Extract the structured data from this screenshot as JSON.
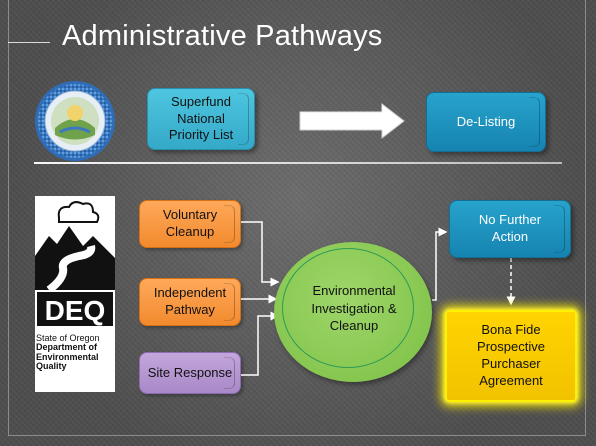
{
  "slide": {
    "title": "Administrative Pathways"
  },
  "top_row": {
    "superfund": "Superfund National Priority List",
    "delisting": "De-Listing"
  },
  "left_column": {
    "voluntary": "Voluntary Cleanup",
    "independent": "Independent Pathway",
    "site_response": "Site Response"
  },
  "center": {
    "circle": "Environmental Investigation & Cleanup"
  },
  "right_column": {
    "no_further_action": "No Further Action",
    "bona_fide": "Bona Fide Prospective Purchaser Agreement"
  },
  "deq_logo": {
    "letters": "DEQ",
    "state": "State of Oregon",
    "department": "Department of",
    "agency": "Environmental Quality"
  },
  "colors": {
    "teal": "#4fc6e0",
    "orange": "#f28a2e",
    "purple": "#a988c8",
    "green": "#7bc044",
    "yellow": "#ffd400"
  },
  "icons": [
    "epa-seal-icon",
    "deq-logo-icon",
    "arrow-right-icon"
  ]
}
